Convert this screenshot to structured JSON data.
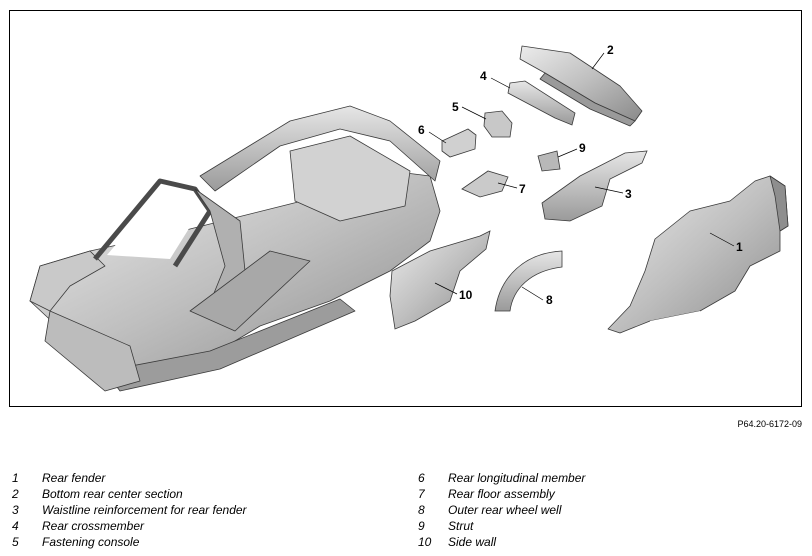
{
  "figure": {
    "code": "P64.20-6172-09",
    "callouts": [
      "1",
      "2",
      "3",
      "4",
      "5",
      "6",
      "7",
      "8",
      "9",
      "10"
    ]
  },
  "legend": [
    {
      "num": "1",
      "label": "Rear fender"
    },
    {
      "num": "2",
      "label": "Bottom rear center section"
    },
    {
      "num": "3",
      "label": "Waistline reinforcement for rear fender"
    },
    {
      "num": "4",
      "label": "Rear crossmember"
    },
    {
      "num": "5",
      "label": "Fastening console"
    },
    {
      "num": "6",
      "label": "Rear longitudinal member"
    },
    {
      "num": "7",
      "label": "Rear floor assembly"
    },
    {
      "num": "8",
      "label": "Outer rear wheel well"
    },
    {
      "num": "9",
      "label": "Strut"
    },
    {
      "num": "10",
      "label": "Side wall"
    }
  ],
  "colors": {
    "metal_light": "#e2e2e2",
    "metal_mid": "#bdbdbd",
    "metal_dark": "#7e7e7e",
    "outline": "#3a3a3a"
  }
}
